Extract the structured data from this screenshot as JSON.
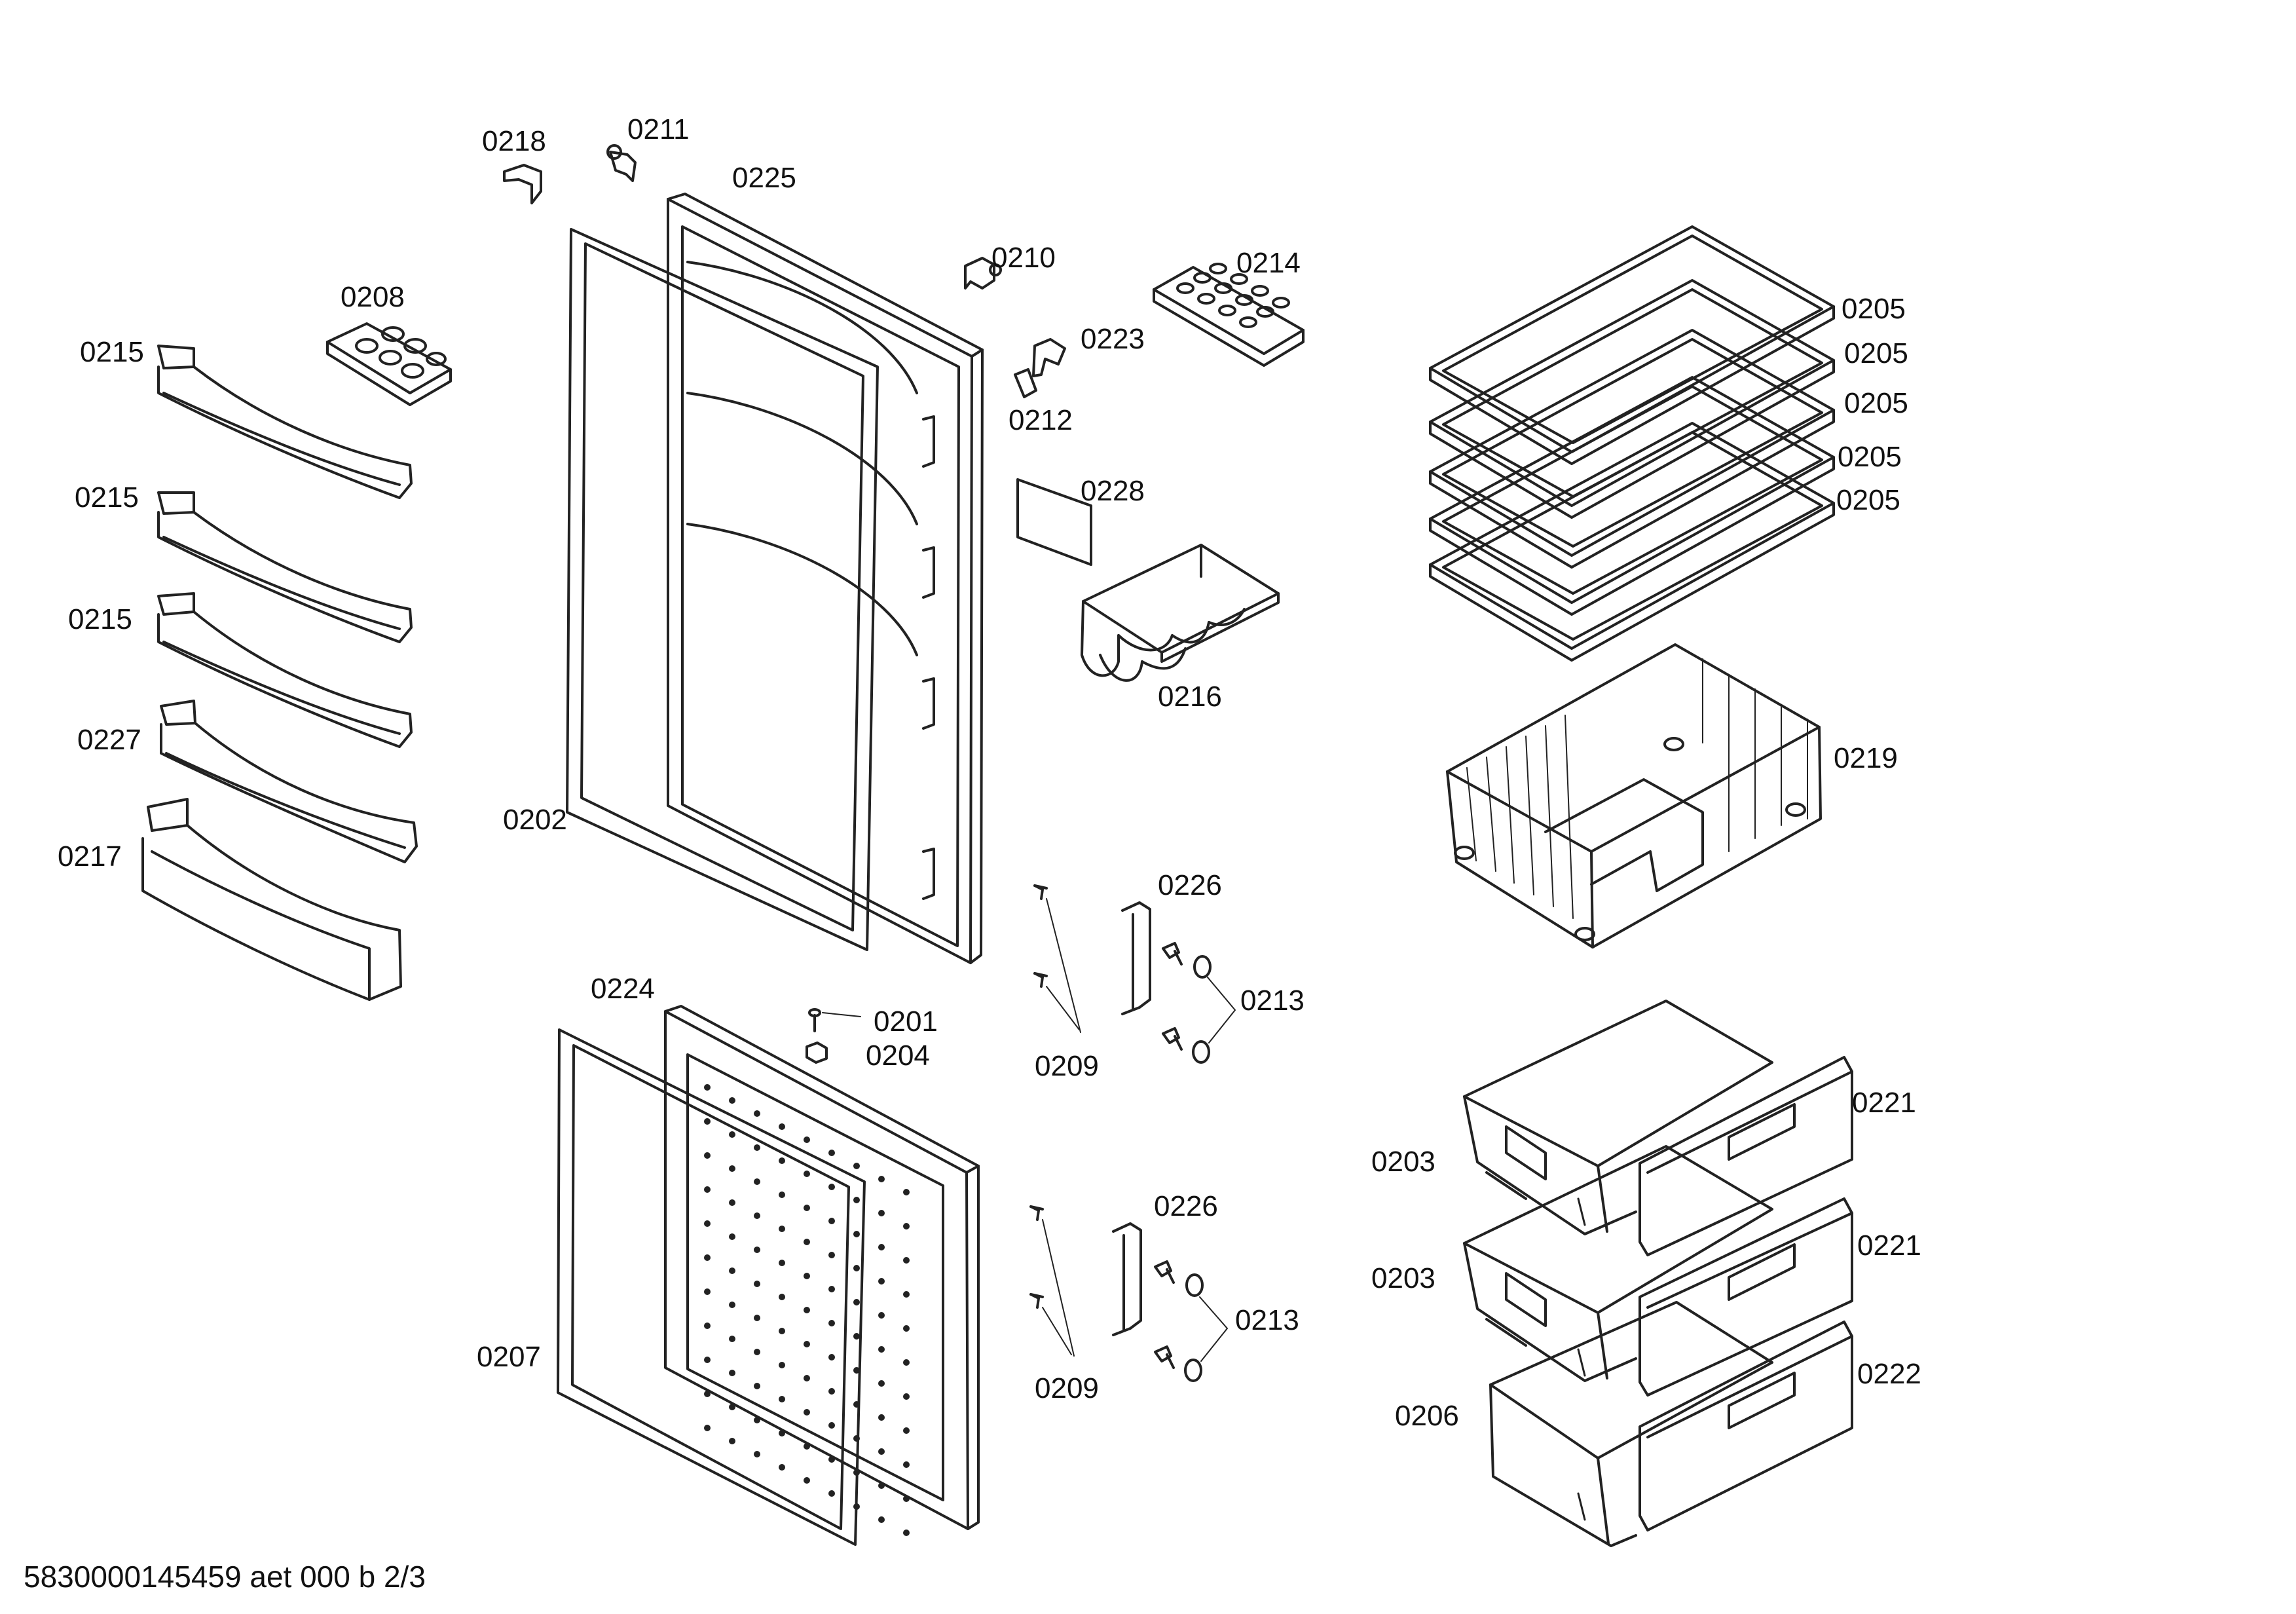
{
  "labels": {
    "p0201": "0201",
    "p0202": "0202",
    "p0203": "0203",
    "p0204": "0204",
    "p0205": "0205",
    "p0206": "0206",
    "p0207": "0207",
    "p0208": "0208",
    "p0209": "0209",
    "p0210": "0210",
    "p0211": "0211",
    "p0212": "0212",
    "p0213": "0213",
    "p0214": "0214",
    "p0215": "0215",
    "p0216": "0216",
    "p0217": "0217",
    "p0218": "0218",
    "p0219": "0219",
    "p0221": "0221",
    "p0222": "0222",
    "p0223": "0223",
    "p0224": "0224",
    "p0225": "0225",
    "p0226": "0226",
    "p0227": "0227",
    "p0228": "0228"
  },
  "footer": "5830000145459 aet 000 b 2/3"
}
